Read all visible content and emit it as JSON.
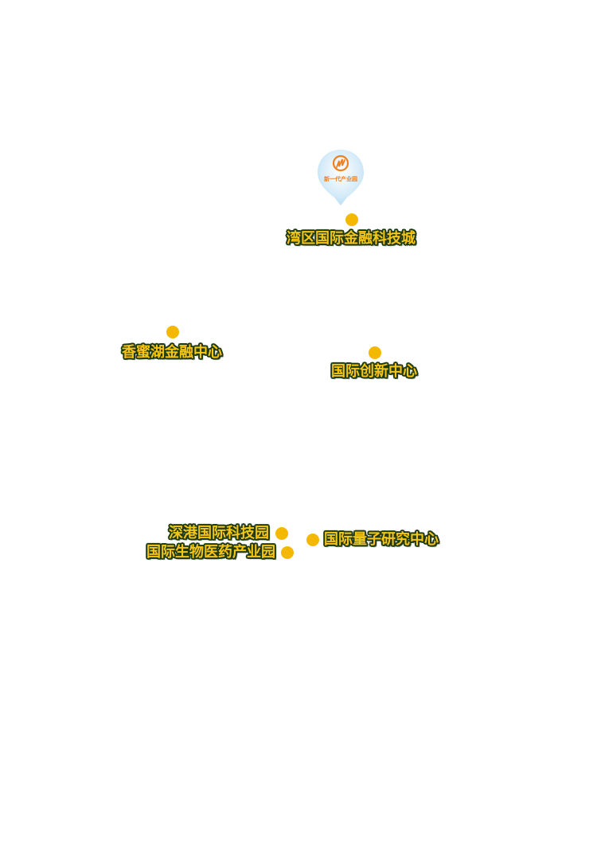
{
  "colors": {
    "dot": "#f5b800",
    "label_fill": "#f7c518",
    "label_outline": "#1f3a12",
    "pin_fill": "#cfe7f7",
    "logo_orange": "#f07f1e",
    "background": "#ffffff"
  },
  "pin": {
    "icon": "industrial-park-logo-icon",
    "caption": "新一代产业园"
  },
  "pois": [
    {
      "id": "bay-finance-tech-city",
      "label": "湾区国际金融科技城"
    },
    {
      "id": "xiangmi-lake-finance-center",
      "label": "香蜜湖金融中心"
    },
    {
      "id": "intl-innovation-center",
      "label": "国际创新中心"
    },
    {
      "id": "sz-hk-intl-tech-park",
      "label": "深港国际科技园"
    },
    {
      "id": "intl-biomedical-park",
      "label": "国际生物医药产业园"
    },
    {
      "id": "intl-quantum-research-center",
      "label": "国际量子研究中心"
    }
  ]
}
